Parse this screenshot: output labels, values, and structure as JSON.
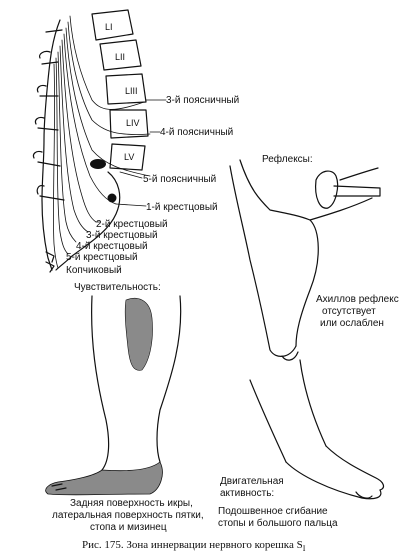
{
  "vertebrae": [
    "LI",
    "LII",
    "LIII",
    "LIV",
    "LV"
  ],
  "roots": {
    "l3": "3-й поясничный",
    "l4": "4-й поясничный",
    "l5": "5-й поясничный",
    "s1": "1-й крестцовый",
    "s2": "2-й крестцовый",
    "s3": "3-й крестцовый",
    "s4": "4-й крестцовый",
    "s5": "5-й крестцовый",
    "coccygeal": "Копчиковый"
  },
  "reflexes": {
    "heading": "Рефлексы:",
    "achilles": [
      "Ахиллов рефлекс",
      "отсутствует",
      "или ослаблен"
    ]
  },
  "sensitivity": {
    "heading": "Чувствительность:",
    "area": [
      "Задняя поверхность икры,",
      "латеральная поверхность пятки,",
      "стопа и мизинец"
    ]
  },
  "motor": {
    "heading": [
      "Двигательная",
      "активность:"
    ],
    "function": [
      "Подошвенное сгибание",
      "стопы и большого пальца"
    ]
  },
  "caption": "Рис. 175. Зона иннервации нервного корешка S",
  "caption_sub": "I",
  "colors": {
    "ink": "#111111",
    "sensory_shading": "#8a8a8a"
  }
}
